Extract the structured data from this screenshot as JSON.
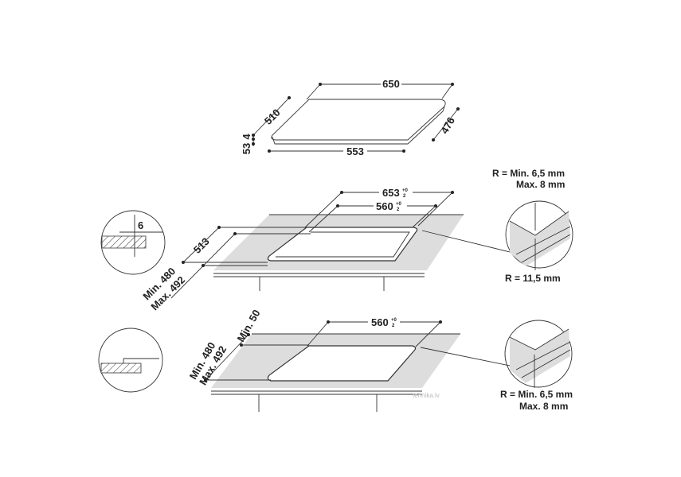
{
  "hob": {
    "width": "650",
    "depth": "510",
    "cutout_width": "553",
    "cutout_depth": "476",
    "glass_thickness": "4",
    "total_height": "53"
  },
  "flush_install": {
    "outer_width": "653",
    "outer_depth": "513",
    "inner_width": "560",
    "tol_top": "+0",
    "tol_bottom": "2",
    "detail_depth": "6",
    "depth_min": "Min. 480",
    "depth_max": "Max. 492",
    "corner_radius_min": "R = Min. 6,5 mm",
    "corner_radius_max": "Max. 8 mm",
    "outer_radius": "R = 11,5 mm"
  },
  "standard_install": {
    "width": "560",
    "tol_top": "+0",
    "tol_bottom": "2",
    "front_min": "Min. 50",
    "depth_min": "Min. 480",
    "depth_max": "Max. 492",
    "corner_radius_min": "R = Min. 6,5 mm",
    "corner_radius_max": "Max. 8 mm"
  },
  "watermark": "tehnika.lv"
}
